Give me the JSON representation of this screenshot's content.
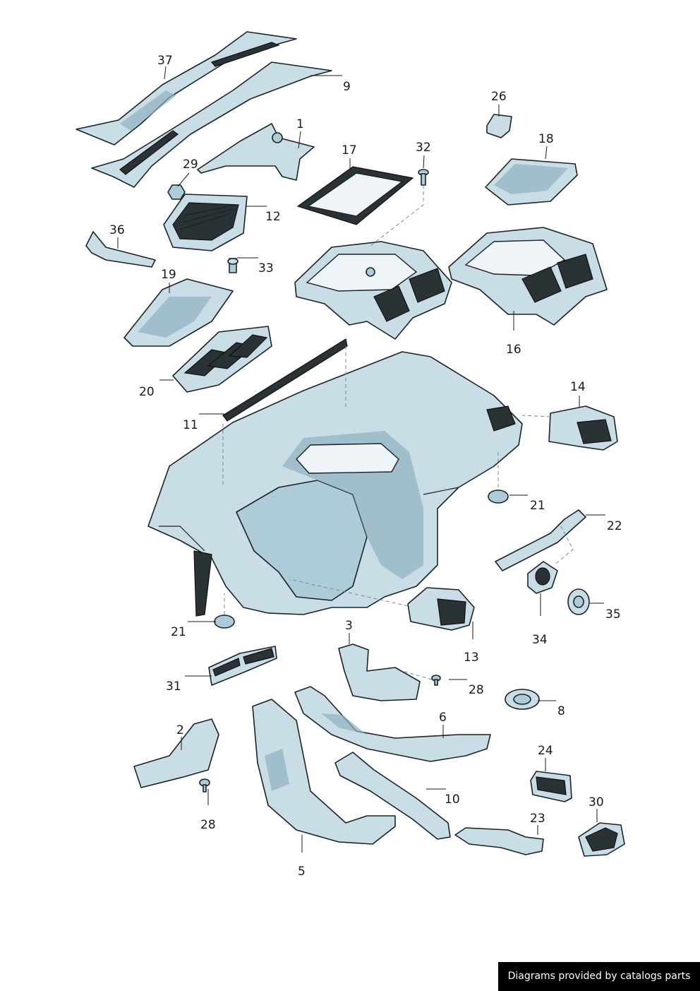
{
  "labels": {
    "p1": "1",
    "p2": "2",
    "p3": "3",
    "p5": "5",
    "p6": "6",
    "p8": "8",
    "p9": "9",
    "p10": "10",
    "p11": "11",
    "p12": "12",
    "p13": "13",
    "p14": "14",
    "p16": "16",
    "p17": "17",
    "p18": "18",
    "p19": "19",
    "p20": "20",
    "p21a": "21",
    "p21b": "21",
    "p22": "22",
    "p23": "23",
    "p24": "24",
    "p26": "26",
    "p28a": "28",
    "p28b": "28",
    "p29": "29",
    "p30": "30",
    "p31": "31",
    "p32": "32",
    "p33": "33",
    "p34": "34",
    "p35": "35",
    "p36": "36",
    "p37": "37"
  },
  "footer": {
    "credit": "Diagrams provided by catalogs parts"
  },
  "colors": {
    "part_fill": "#c9dde7",
    "part_fill_dark": "#aecbd8",
    "outline": "#1b2226",
    "footer_bg": "#000000",
    "footer_text": "#ffffff"
  }
}
